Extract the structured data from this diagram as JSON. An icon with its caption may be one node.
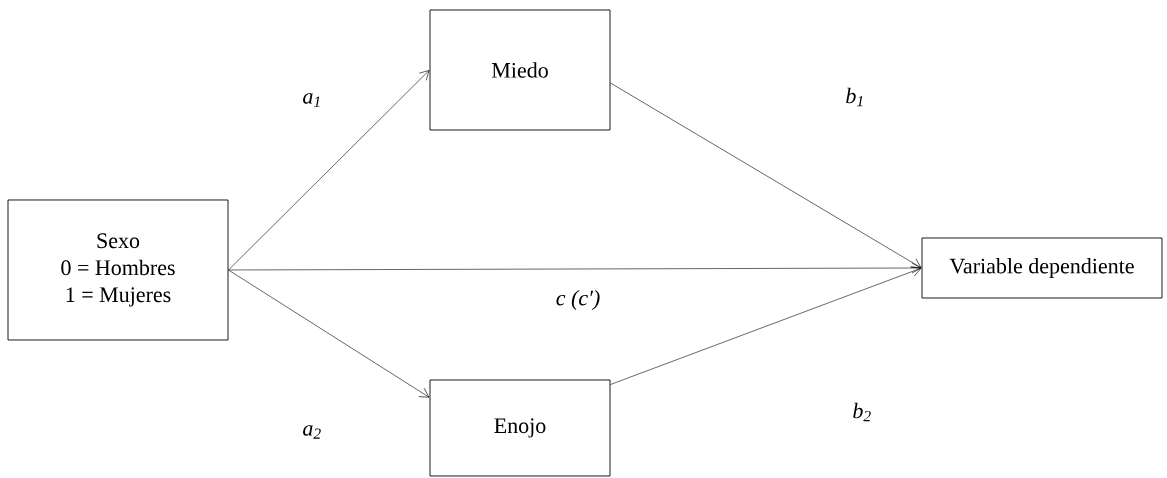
{
  "diagram": {
    "nodes": [
      {
        "text": [
          "Sexo",
          "0 = Hombres",
          "1 = Mujeres"
        ]
      },
      {
        "text": [
          "Miedo"
        ]
      },
      {
        "text": [
          "Variable dependiente"
        ]
      },
      {
        "text": [
          "Enojo"
        ]
      }
    ],
    "edges": [
      {
        "from": 0,
        "to": 1,
        "arrow": "to",
        "label": "a$_{1}$"
      },
      {
        "from": 1,
        "to": 2,
        "arrow": "to",
        "label": "b$_{1}$"
      },
      {
        "from": 0,
        "to": 2,
        "arrow": "to",
        "label": "c (c′)"
      },
      {
        "from": 0,
        "to": 3,
        "arrow": "to",
        "label": "a$_{2}$"
      },
      {
        "from": 3,
        "to": 2,
        "arrow": "to",
        "label": "b$_{2}$"
      }
    ]
  }
}
